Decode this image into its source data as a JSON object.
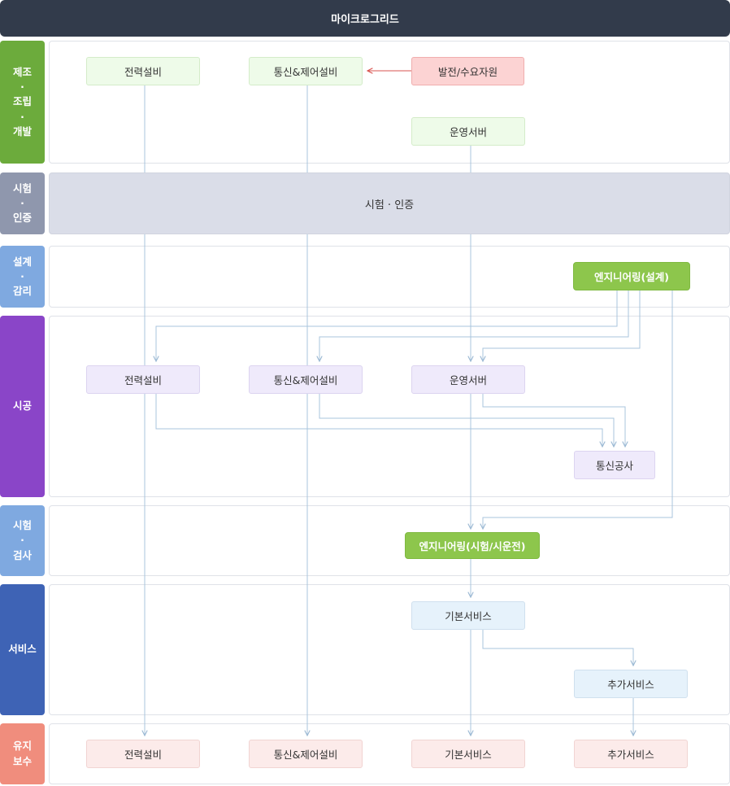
{
  "header": {
    "title": "마이크로그리드"
  },
  "colors": {
    "header": "#323b4b",
    "stage_manufacture": "#6cab3c",
    "stage_cert": "#8f97ad",
    "stage_design": "#7fa9e0",
    "stage_construction": "#8a45c8",
    "stage_test": "#7fa9e0",
    "stage_service": "#3e63b5",
    "stage_maintenance": "#f08d7d",
    "line": "#a9c4dd",
    "red_arrow": "#d9534f"
  },
  "stages": {
    "manufacture": "제조\n·\n조립\n·\n개발",
    "cert": "시험\n·\n인증",
    "design": "설계\n·\n감리",
    "construction": "시공",
    "test": "시험\n·\n검사",
    "service": "서비스",
    "maintenance": "유지\n보수"
  },
  "manufacture": {
    "power": "전력설비",
    "comm": "통신&제어설비",
    "gen": "발전/수요자원",
    "server": "운영서버"
  },
  "cert": {
    "label": "시험 · 인증"
  },
  "design": {
    "engineering": "엔지니어링(설계)"
  },
  "construction": {
    "power": "전력설비",
    "comm": "통신&제어설비",
    "server": "운영서버",
    "commwork": "통신공사"
  },
  "test": {
    "engineering": "엔지니어링(시험/시운전)"
  },
  "service": {
    "basic": "기본서비스",
    "extra": "추가서비스"
  },
  "maintenance": {
    "power": "전력설비",
    "comm": "통신&제어설비",
    "basic": "기본서비스",
    "extra": "추가서비스"
  }
}
